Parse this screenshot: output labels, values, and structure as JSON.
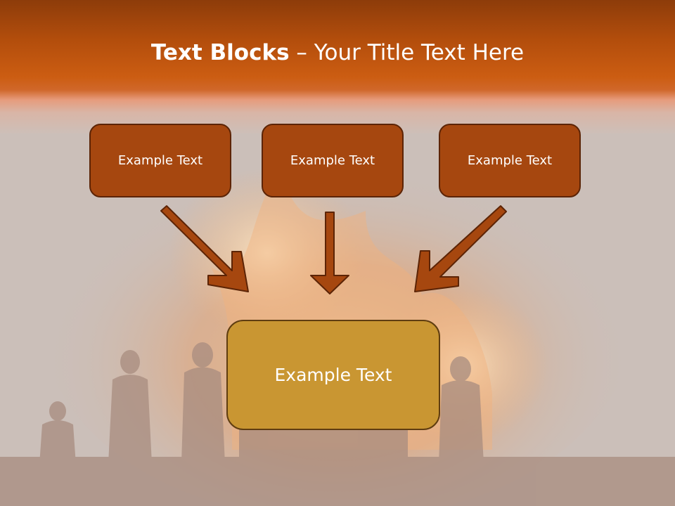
{
  "slide": {
    "title_bold": "Text Blocks",
    "title_dash": " – ",
    "title_rest": "Your Title Text Here",
    "boxes": [
      {
        "label": "Example Text"
      },
      {
        "label": "Example Text"
      },
      {
        "label": "Example Text"
      }
    ],
    "center_box": {
      "label": "Example Text"
    }
  },
  "colors": {
    "header": "#c45a12",
    "box_fill": "#a6470f",
    "box_border": "#5c2406",
    "center_fill": "#c99632",
    "arrow_fill": "#a6470f",
    "background": "#cbbfb9"
  },
  "icons": {
    "arrow_left": "arrow-down-right-icon",
    "arrow_center": "arrow-down-icon",
    "arrow_right": "arrow-down-left-icon",
    "background": "bonfire-silhouette-photo"
  }
}
